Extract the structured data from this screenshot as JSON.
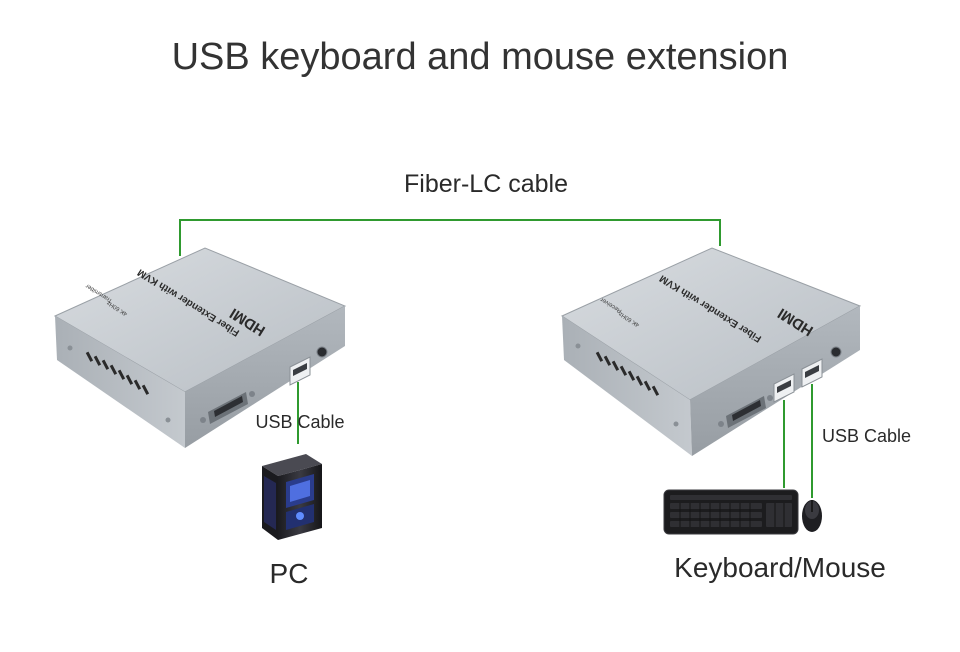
{
  "title": "USB keyboard and mouse extension",
  "fiber_label": "Fiber-LC cable",
  "transmitter": {
    "name": "Fiber Extender with KVM",
    "brand": "HDMI",
    "role": "Transmitter",
    "spec": "4K 60Hz",
    "usb_cable_label": "USB Cable",
    "endpoint_label": "PC"
  },
  "receiver": {
    "name": "Fiber Extender with KVM",
    "brand": "HDMI",
    "role": "Receiver",
    "spec": "4K 60Hz",
    "usb_cable_label": "USB Cable",
    "endpoint_label": "Keyboard/Mouse"
  },
  "colors": {
    "cable": "#2f9a2f",
    "device_top": "#c9ced3",
    "device_front": "#a9afb5",
    "device_side": "#b9bfc5"
  }
}
